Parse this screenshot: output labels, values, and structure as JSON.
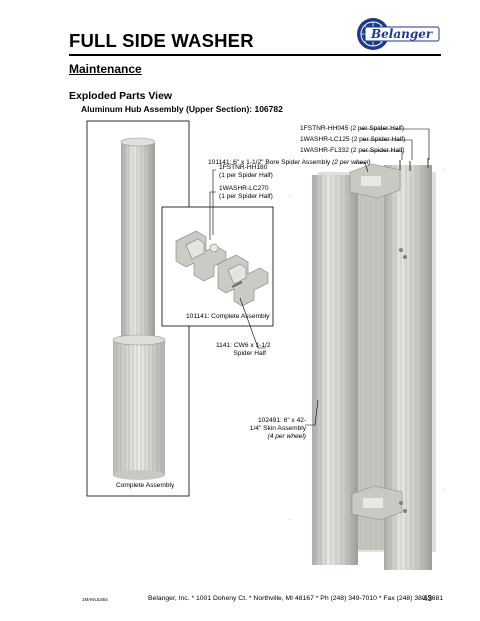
{
  "header": {
    "title": "FULL SIDE WASHER",
    "logo_text": "Belanger"
  },
  "section_title": "Maintenance",
  "subheading": "Exploded Parts View",
  "assembly_heading": "Aluminum Hub Assembly (Upper Section): 106782",
  "callouts": {
    "fstnr_hh045": "1FSTNR-HH045 (2 per Spider Half)",
    "washr_lc125": "1WASHR-LC125 (2 per Spider Half)",
    "washr_fl332": "1WASHR-FL332 (2 per Spider Half)",
    "bore_spider": "101141: 6\" x 1-1/2\" Bore Spider Assembly",
    "bore_spider_qty": "(2 per wheel)",
    "fstnr_hh180": "1FSTNR-HH180",
    "fstnr_hh180_qty": "(1 per Spider Half)",
    "washr_lc270": "1WASHR-LC270",
    "washr_lc270_qty": "(1 per Spider Half)",
    "spider_complete": "101141: Complete Assembly",
    "cw6_line1": "1141: CW6 x 1-1/2",
    "cw6_line2": "Spider Half",
    "skin_line1": "102491: 6\" x 42-",
    "skin_line2": "1/4\" Skin Assembly",
    "skin_qty": "(4 per wheel)",
    "complete_assembly": "Complete Assembly"
  },
  "footer": {
    "doc_code": "1MANUL854",
    "company": "Belanger, Inc. * 1001 Doheny Ct. * Northville, MI 48167 * Ph (248) 349-7010 * Fax (248) 380-9681",
    "page_number": "43"
  }
}
